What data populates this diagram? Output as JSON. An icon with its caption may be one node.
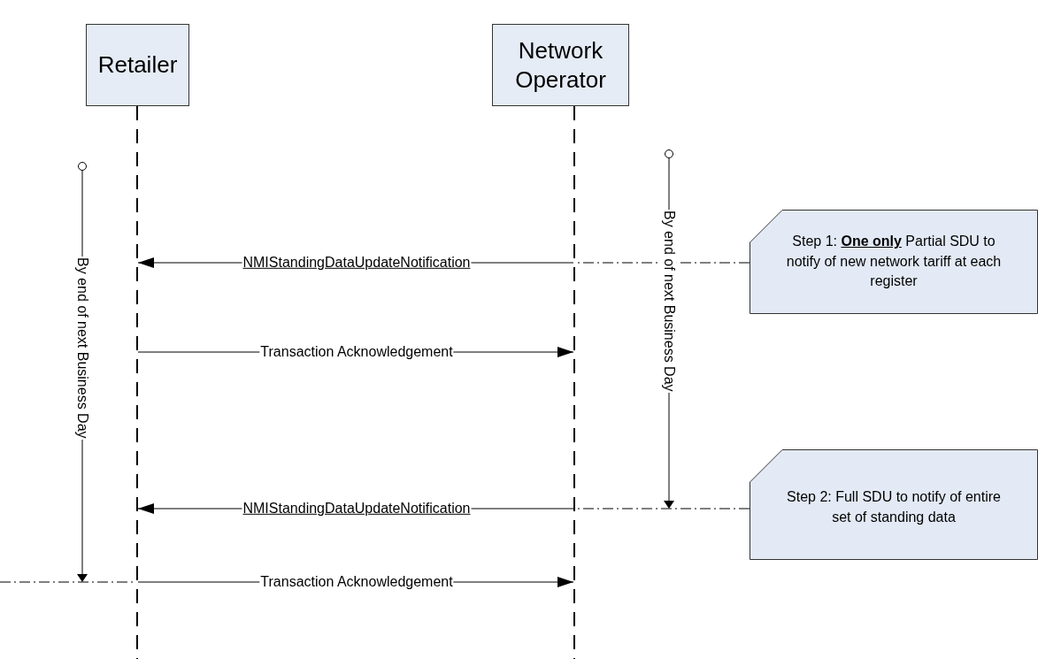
{
  "diagram": {
    "nodes": [
      {
        "text": [
          "Retailer"
        ]
      },
      {
        "text": [
          "Network Operator"
        ]
      },
      {
        "text": [],
        "shape": "line"
      },
      {
        "text": [],
        "shape": "line"
      },
      {
        "text": [
          "Step 1: **One only** Partial SDU to notify of new network tariff at each register"
        ]
      },
      {
        "text": [
          "Step 2: Full SDU to notify of entire set of standing data"
        ]
      }
    ],
    "edges": [
      {
        "from": 3,
        "to": 2,
        "arrow": "to",
        "label": "NMIStandingDataUpdateNotification"
      },
      {
        "from": 2,
        "to": 3,
        "arrow": "to",
        "label": "Transaction Acknowledgement"
      },
      {
        "from": 3,
        "to": 2,
        "arrow": "to",
        "label": "NMIStandingDataUpdateNotification"
      },
      {
        "from": 2,
        "to": 3,
        "arrow": "to",
        "label": "Transaction Acknowledgement"
      },
      {
        "from": 4,
        "to": 3,
        "arrow": "none",
        "style": "dashed"
      },
      {
        "from": 5,
        "to": 3,
        "arrow": "none",
        "style": "dashed"
      }
    ],
    "labels": [
      "By end of next Business Day",
      "By end of next Business Day"
    ]
  }
}
